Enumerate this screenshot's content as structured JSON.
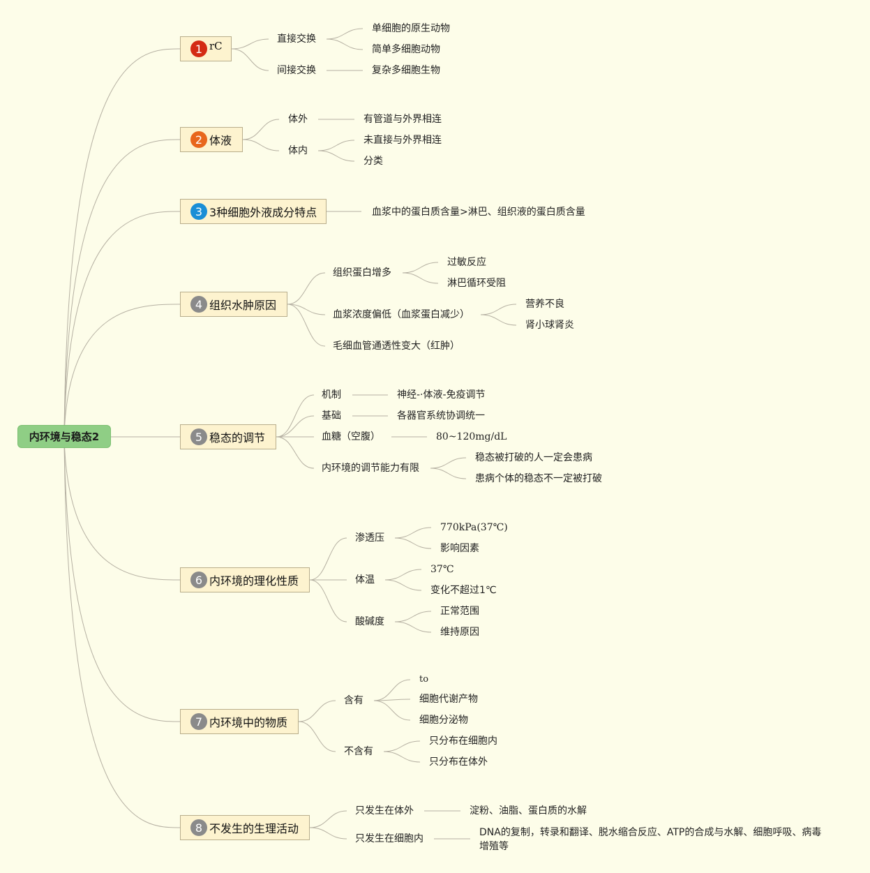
{
  "root": "内环境与稳态2",
  "colors": {
    "badge_1": "#d42b14",
    "badge_2": "#e8661c",
    "badge_3": "#1a8ed6",
    "badge_gray": "#8a8a8a",
    "root_fill": "#8fce85",
    "topic_fill": "#fdf3cf",
    "background": "#fdfde9"
  },
  "topics": [
    {
      "num": "1",
      "title": "rC",
      "children": [
        {
          "label": "直接交换",
          "children": [
            {
              "label": "单细胞的原生动物"
            },
            {
              "label": "简单多细胞动物"
            }
          ]
        },
        {
          "label": "间接交换",
          "children": [
            {
              "label": "复杂多细胞生物"
            }
          ]
        }
      ]
    },
    {
      "num": "2",
      "title": "体液",
      "children": [
        {
          "label": "体外",
          "children": [
            {
              "label": "有管道与外界相连"
            }
          ]
        },
        {
          "label": "体内",
          "children": [
            {
              "label": "未直接与外界相连"
            },
            {
              "label": "分类"
            }
          ]
        }
      ]
    },
    {
      "num": "3",
      "title": "3种细胞外液成分特点",
      "children": [
        {
          "label": "血浆中的蛋白质含量>淋巴、组织液的蛋白质含量"
        }
      ]
    },
    {
      "num": "4",
      "title": "组织水肿原因",
      "children": [
        {
          "label": "组织蛋白增多",
          "children": [
            {
              "label": "过敏反应"
            },
            {
              "label": "淋巴循环受阻"
            }
          ]
        },
        {
          "label": "血浆浓度偏低（血浆蛋白减少）",
          "children": [
            {
              "label": "营养不良"
            },
            {
              "label": "肾小球肾炎"
            }
          ]
        },
        {
          "label": "毛细血管通透性变大（红肿）"
        }
      ]
    },
    {
      "num": "5",
      "title": "稳态的调节",
      "children": [
        {
          "label": "机制",
          "children": [
            {
              "label": "神经-·体液-免疫调节"
            }
          ]
        },
        {
          "label": "基础",
          "children": [
            {
              "label": "各器官系统协调统一"
            }
          ]
        },
        {
          "label": "血糖（空腹）",
          "children": [
            {
              "label": "80~120mg/dL"
            }
          ]
        },
        {
          "label": "内环境的调节能力有限",
          "children": [
            {
              "label": "稳态被打破的人一定会患病"
            },
            {
              "label": "患病个体的稳态不一定被打破"
            }
          ]
        }
      ]
    },
    {
      "num": "6",
      "title": "内环境的理化性质",
      "children": [
        {
          "label": "渗透压",
          "children": [
            {
              "label": "770kPa(37℃)"
            },
            {
              "label": "影响因素"
            }
          ]
        },
        {
          "label": "体温",
          "children": [
            {
              "label": "37℃"
            },
            {
              "label": "变化不超过1℃"
            }
          ]
        },
        {
          "label": "酸碱度",
          "children": [
            {
              "label": "正常范围"
            },
            {
              "label": "维持原因"
            }
          ]
        }
      ]
    },
    {
      "num": "7",
      "title": "内环境中的物质",
      "children": [
        {
          "label": "含有",
          "children": [
            {
              "label": "to"
            },
            {
              "label": "细胞代谢产物"
            },
            {
              "label": "细胞分泌物"
            }
          ]
        },
        {
          "label": "不含有",
          "children": [
            {
              "label": "只分布在细胞内"
            },
            {
              "label": "只分布在体外"
            }
          ]
        }
      ]
    },
    {
      "num": "8",
      "title": "不发生的生理活动",
      "children": [
        {
          "label": "只发生在体外",
          "children": [
            {
              "label": "淀粉、油脂、蛋白质的水解"
            }
          ]
        },
        {
          "label": "只发生在细胞内",
          "children": [
            {
              "label": "DNA的复制，转录和翻译、脱水缩合反应、ATP的合成与水解、细胞呼吸、病毒增殖等"
            }
          ]
        }
      ]
    }
  ]
}
